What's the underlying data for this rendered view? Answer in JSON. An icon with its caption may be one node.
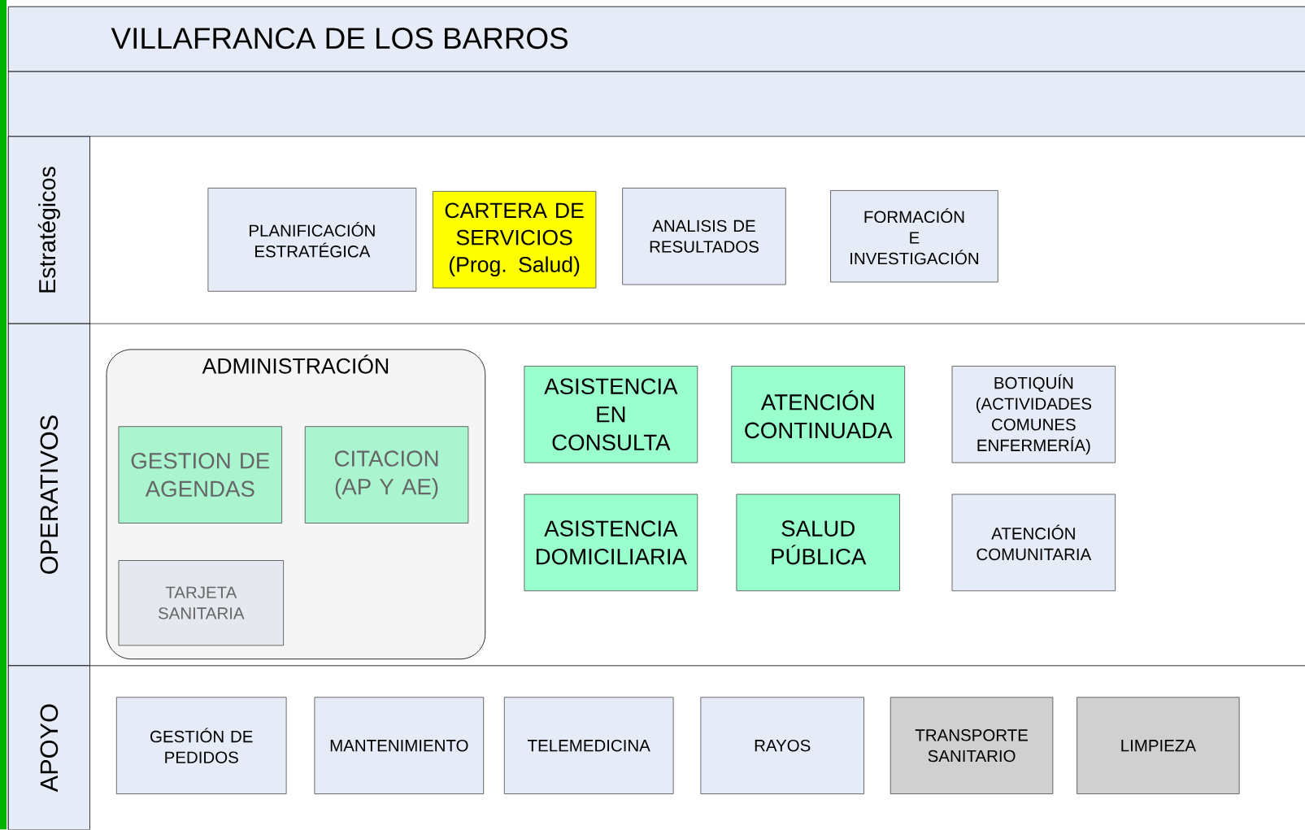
{
  "diagram": {
    "title": "VILLAFRANCA DE LOS BARROS",
    "nodes": [
      {
        "text": [
          "Estratégicos"
        ]
      },
      {
        "text": [
          "PLANIFICACIÓN ESTRATÉGICA"
        ]
      },
      {
        "text": [
          "CARTERA DE SERVICIOS (Prog. Salud)"
        ]
      },
      {
        "text": [
          "ANALISIS DE RESULTADOS"
        ]
      },
      {
        "text": [
          "FORMACIÓN E INVESTIGACIÓN"
        ]
      },
      {
        "text": [
          "OPERATIVOS"
        ]
      },
      {
        "text": [
          "ADMINISTRACIÓN"
        ]
      },
      {
        "text": [
          "GESTION DE AGENDAS"
        ],
        "in": 6
      },
      {
        "text": [
          "CITACION (AP Y AE)"
        ],
        "in": 6
      },
      {
        "text": [
          "TARJETA SANITARIA"
        ],
        "in": 6
      },
      {
        "text": [
          "ASISTENCIA EN CONSULTA"
        ]
      },
      {
        "text": [
          "ATENCIÓN CONTINUADA"
        ]
      },
      {
        "text": [
          "BOTIQUÍN (ACTIVIDADES COMUNES ENFERMERÍA)"
        ]
      },
      {
        "text": [
          "ASISTENCIA DOMICILIARIA"
        ]
      },
      {
        "text": [
          "SALUD PÚBLICA"
        ]
      },
      {
        "text": [
          "ATENCIÓN COMUNITARIA"
        ]
      },
      {
        "text": [
          "APOYO"
        ]
      },
      {
        "text": [
          "GESTIÓN DE PEDIDOS"
        ]
      },
      {
        "text": [
          "MANTENIMIENTO"
        ]
      },
      {
        "text": [
          "TELEMEDICINA"
        ]
      },
      {
        "text": [
          "RAYOS"
        ]
      },
      {
        "text": [
          "TRANSPORTE SANITARIO"
        ]
      },
      {
        "text": [
          "LIMPIEZA"
        ]
      }
    ]
  }
}
